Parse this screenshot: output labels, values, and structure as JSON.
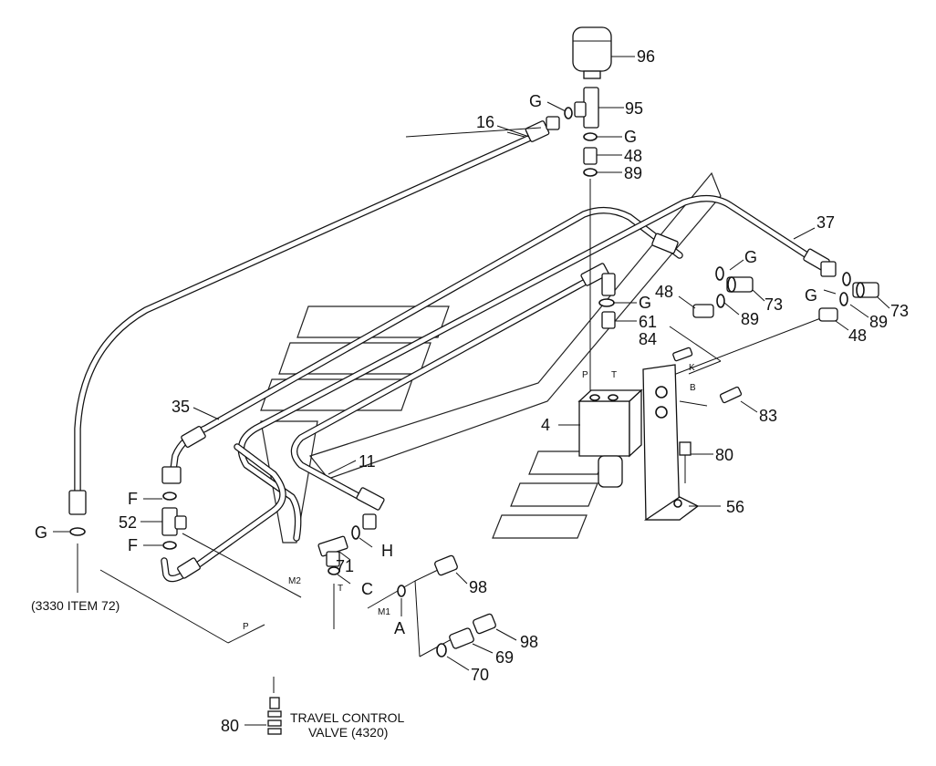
{
  "callouts": {
    "c96": "96",
    "c95": "95",
    "c16": "16",
    "gTop": "G",
    "gTop2": "G",
    "c48a": "48",
    "c89a": "89",
    "c37": "37",
    "gRight": "G",
    "c73a": "73",
    "c48b": "48",
    "gMid": "G",
    "c61": "61",
    "c84": "84",
    "c89b": "89",
    "gFar": "G",
    "c73b": "73",
    "c89c": "89",
    "c48c": "48",
    "c35": "35",
    "c4": "4",
    "c83": "83",
    "c80a": "80",
    "c11": "11",
    "fTop": "F",
    "c52": "52",
    "fBot": "F",
    "gLeft": "G",
    "c71": "71",
    "hLbl": "H",
    "cLbl": "C",
    "c98a": "98",
    "aLbl": "A",
    "c69": "69",
    "c98b": "98",
    "c70": "70",
    "c56": "56",
    "c80b": "80"
  },
  "port_labels": {
    "p": "P",
    "t": "T",
    "k": "K",
    "b": "B",
    "m2": "M2",
    "m1": "M1",
    "t2": "T",
    "p2": "P"
  },
  "notes": {
    "item72": "(3330 ITEM 72)",
    "travel_line1": "TRAVEL CONTROL",
    "travel_line2": "VALVE (4320)"
  }
}
